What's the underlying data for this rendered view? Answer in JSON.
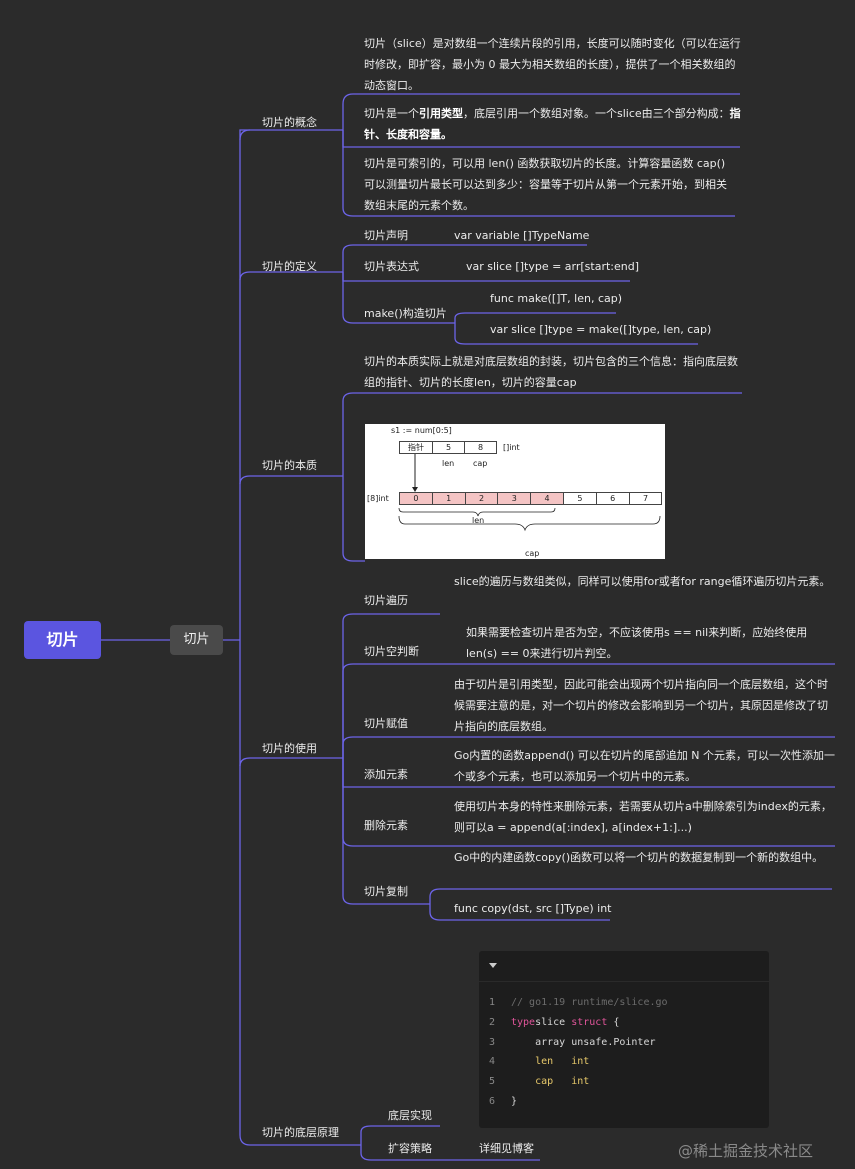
{
  "root": "切片",
  "level1": "切片",
  "branches": {
    "concept": "切片的概念",
    "definition": "切片的定义",
    "essence": "切片的本质",
    "usage": "切片的使用",
    "principle": "切片的底层原理"
  },
  "concept": {
    "p1": "切片（slice）是对数组一个连续片段的引用，长度可以随时变化（可以在运行时修改，即扩容，最小为 0 最大为相关数组的长度），提供了一个相关数组的动态窗口。",
    "p2_a": "切片是一个",
    "p2_b": "引用类型",
    "p2_c": "，底层引用一个数组对象。一个slice由三个部分构成：",
    "p2_d": "指针、长度和容量。",
    "p3": "切片是可索引的，可以用 len() 函数获取切片的长度。计算容量函数 cap() 可以测量切片最长可以达到多少：容量等于切片从第一个元素开始，到相关数组末尾的元素个数。"
  },
  "definition": {
    "decl_label": "切片声明",
    "decl_value": "var variable []TypeName",
    "expr_label": "切片表达式",
    "expr_value": "var slice []type = arr[start:end]",
    "make_label": "make()构造切片",
    "make_sig": "func make([]T, len, cap)",
    "make_use": "var slice []type = make([]type, len, cap)"
  },
  "essence": {
    "text": "切片的本质实际上就是对底层数组的封装，切片包含的三个信息：指向底层数组的指针、切片的长度len，切片的容量cap",
    "diagram": {
      "s1_label": "s1 := num[0:5]",
      "ptr": "指针",
      "len_val": "5",
      "cap_val": "8",
      "int_label": "[]int",
      "len_label": "len",
      "cap_label": "cap",
      "arr_label": "[8]int",
      "cells": [
        "0",
        "1",
        "2",
        "3",
        "4",
        "5",
        "6",
        "7"
      ],
      "brace_len": "len",
      "brace_cap": "cap"
    }
  },
  "usage": {
    "traverse_label": "切片遍历",
    "traverse_text": "slice的遍历与数组类似，同样可以使用for或者for range循环遍历切片元素。",
    "empty_label": "切片空判断",
    "empty_text": "如果需要检查切片是否为空，不应该使用s == nil来判断，应始终使用len(s) == 0来进行切片判空。",
    "assign_label": "切片赋值",
    "assign_text": "由于切片是引用类型，因此可能会出现两个切片指向同一个底层数组，这个时候需要注意的是，对一个切片的修改会影响到另一个切片，其原因是修改了切片指向的底层数组。",
    "append_label": "添加元素",
    "append_text": "Go内置的函数append() 可以在切片的尾部追加 N 个元素，可以一次性添加一个或多个元素，也可以添加另一个切片中的元素。",
    "delete_label": "删除元素",
    "delete_text": "使用切片本身的特性来删除元素，若需要从切片a中删除索引为index的元素，则可以a = append(a[:index], a[index+1:]...)",
    "copy_label": "切片复制",
    "copy_text": "Go中的内建函数copy()函数可以将一个切片的数据复制到一个新的数组中。",
    "copy_sig": "func copy(dst, src []Type) int"
  },
  "principle": {
    "impl_label": "底层实现",
    "grow_label": "扩容策略",
    "grow_value": "详细见博客",
    "code_lines": [
      {
        "n": "1",
        "parts": [
          [
            "cm",
            "// go1.19 runtime/slice.go"
          ]
        ]
      },
      {
        "n": "2",
        "parts": [
          [
            "kw",
            "type"
          ],
          [
            "",
            "slice "
          ],
          [
            "kw",
            "struct"
          ],
          [
            "",
            " {"
          ]
        ]
      },
      {
        "n": "3",
        "parts": [
          [
            "",
            "    array unsafe.Pointer"
          ]
        ]
      },
      {
        "n": "4",
        "parts": [
          [
            "ty",
            "    len"
          ],
          [
            "",
            "   "
          ],
          [
            "ty",
            "int"
          ]
        ]
      },
      {
        "n": "5",
        "parts": [
          [
            "ty",
            "    cap"
          ],
          [
            "",
            "   "
          ],
          [
            "ty",
            "int"
          ]
        ]
      },
      {
        "n": "6",
        "parts": [
          [
            "",
            "}"
          ]
        ]
      }
    ]
  },
  "watermark": "@稀土掘金技术社区",
  "colors": {
    "line": "#6c64e8",
    "root_bg": "#5b55e0",
    "level1_bg": "#4a4a4a",
    "bg": "#2b2b2b"
  }
}
